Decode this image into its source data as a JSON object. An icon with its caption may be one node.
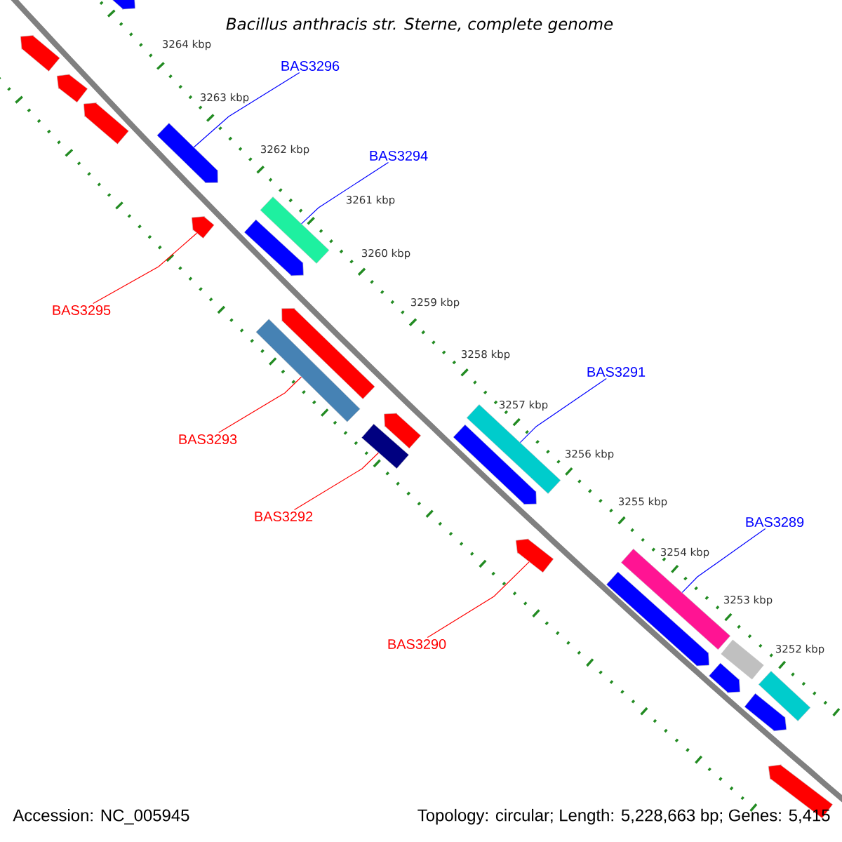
{
  "diagram": {
    "title": "Bacillus anthracis str. Sterne, complete genome",
    "nodes": [
      {
        "text": [
          "BAS3296"
        ]
      },
      {
        "text": [
          "BAS3294"
        ]
      },
      {
        "text": [
          "BAS3295"
        ]
      },
      {
        "text": [
          "BAS3291"
        ]
      },
      {
        "text": [
          "BAS3293"
        ]
      },
      {
        "text": [
          "BAS3292"
        ]
      },
      {
        "text": [
          "BAS3289"
        ]
      },
      {
        "text": [
          "BAS3290"
        ]
      },
      {
        "text": [],
        "shape": "pentagon"
      },
      {
        "text": [],
        "shape": "pentagon"
      },
      {
        "text": [],
        "shape": "pentagon"
      },
      {
        "text": [],
        "shape": "pentagon"
      },
      {
        "text": [],
        "shape": "pentagon"
      },
      {
        "text": [],
        "shape": "pentagon"
      },
      {
        "text": [],
        "shape": "bar"
      },
      {
        "text": [],
        "shape": "pentagon"
      },
      {
        "text": [],
        "shape": "pentagon"
      },
      {
        "text": [],
        "shape": "bar"
      },
      {
        "text": [],
        "shape": "pentagon"
      },
      {
        "text": [],
        "shape": "bar"
      },
      {
        "text": [],
        "shape": "pentagon"
      },
      {
        "text": [],
        "shape": "bar"
      },
      {
        "text": [],
        "shape": "pentagon"
      },
      {
        "text": [],
        "shape": "bar"
      },
      {
        "text": [],
        "shape": "pentagon"
      },
      {
        "text": [],
        "shape": "bar"
      },
      {
        "text": [],
        "shape": "pentagon"
      },
      {
        "text": [],
        "shape": "bar"
      },
      {
        "text": [],
        "shape": "pentagon"
      },
      {
        "text": [],
        "shape": "pentagon"
      }
    ],
    "edges": [
      {
        "from": 0,
        "to": 12,
        "arrow": "none",
        "color": "#0000ff"
      },
      {
        "from": 1,
        "to": 14,
        "arrow": "none",
        "color": "#0000ff"
      },
      {
        "from": 2,
        "to": 13,
        "arrow": "none",
        "color": "#ff0000"
      },
      {
        "from": 3,
        "to": 21,
        "arrow": "none",
        "color": "#0000ff"
      },
      {
        "from": 4,
        "to": 17,
        "arrow": "none",
        "color": "#ff0000"
      },
      {
        "from": 5,
        "to": 19,
        "arrow": "none",
        "color": "#ff0000"
      },
      {
        "from": 6,
        "to": 23,
        "arrow": "none",
        "color": "#0000ff"
      },
      {
        "from": 7,
        "to": 22,
        "arrow": "none",
        "color": "#ff0000"
      }
    ],
    "labels": [
      "3264 kbp",
      "3263 kbp",
      "3262 kbp",
      "3261 kbp",
      "3260 kbp",
      "3259 kbp",
      "3258 kbp",
      "3257 kbp",
      "3256 kbp",
      "3255 kbp",
      "3254 kbp",
      "3253 kbp",
      "3252 kbp",
      "Accession: NC_005945",
      "Topology: circular; Length: 5,228,663 bp; Genes: 5,415"
    ]
  }
}
